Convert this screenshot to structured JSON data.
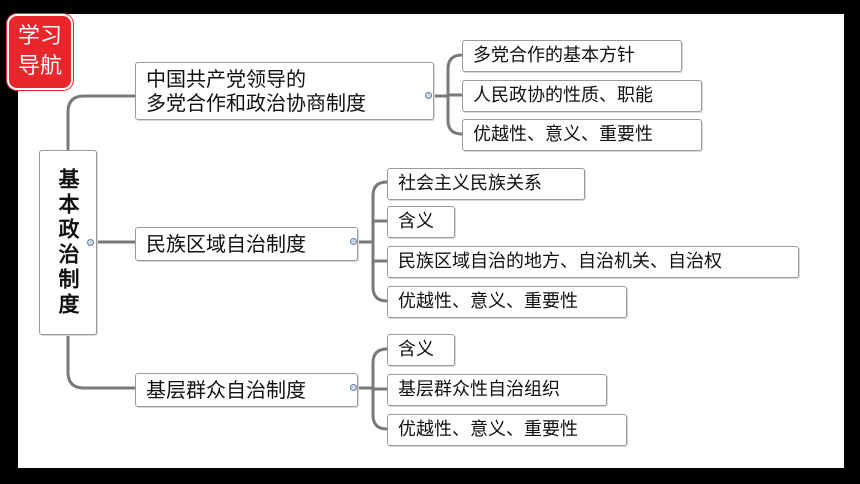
{
  "badge": {
    "line1": "学习",
    "line2": "导航"
  },
  "root": "基本政治制度",
  "branches": [
    {
      "label_line1": "中国共产党领导的",
      "label_line2": "多党合作和政治协商制度",
      "children": [
        "多党合作的基本方针",
        "人民政协的性质、职能",
        "优越性、意义、重要性"
      ]
    },
    {
      "label": "民族区域自治制度",
      "children": [
        "社会主义民族关系",
        "含义",
        "民族区域自治的地方、自治机关、自治权",
        "优越性、意义、重要性"
      ]
    },
    {
      "label": "基层群众自治制度",
      "children": [
        "含义",
        "基层群众性自治组织",
        "优越性、意义、重要性"
      ]
    }
  ],
  "colors": {
    "badge": "#e8262c",
    "line": "#7a7a7a",
    "frame": "#000000"
  }
}
